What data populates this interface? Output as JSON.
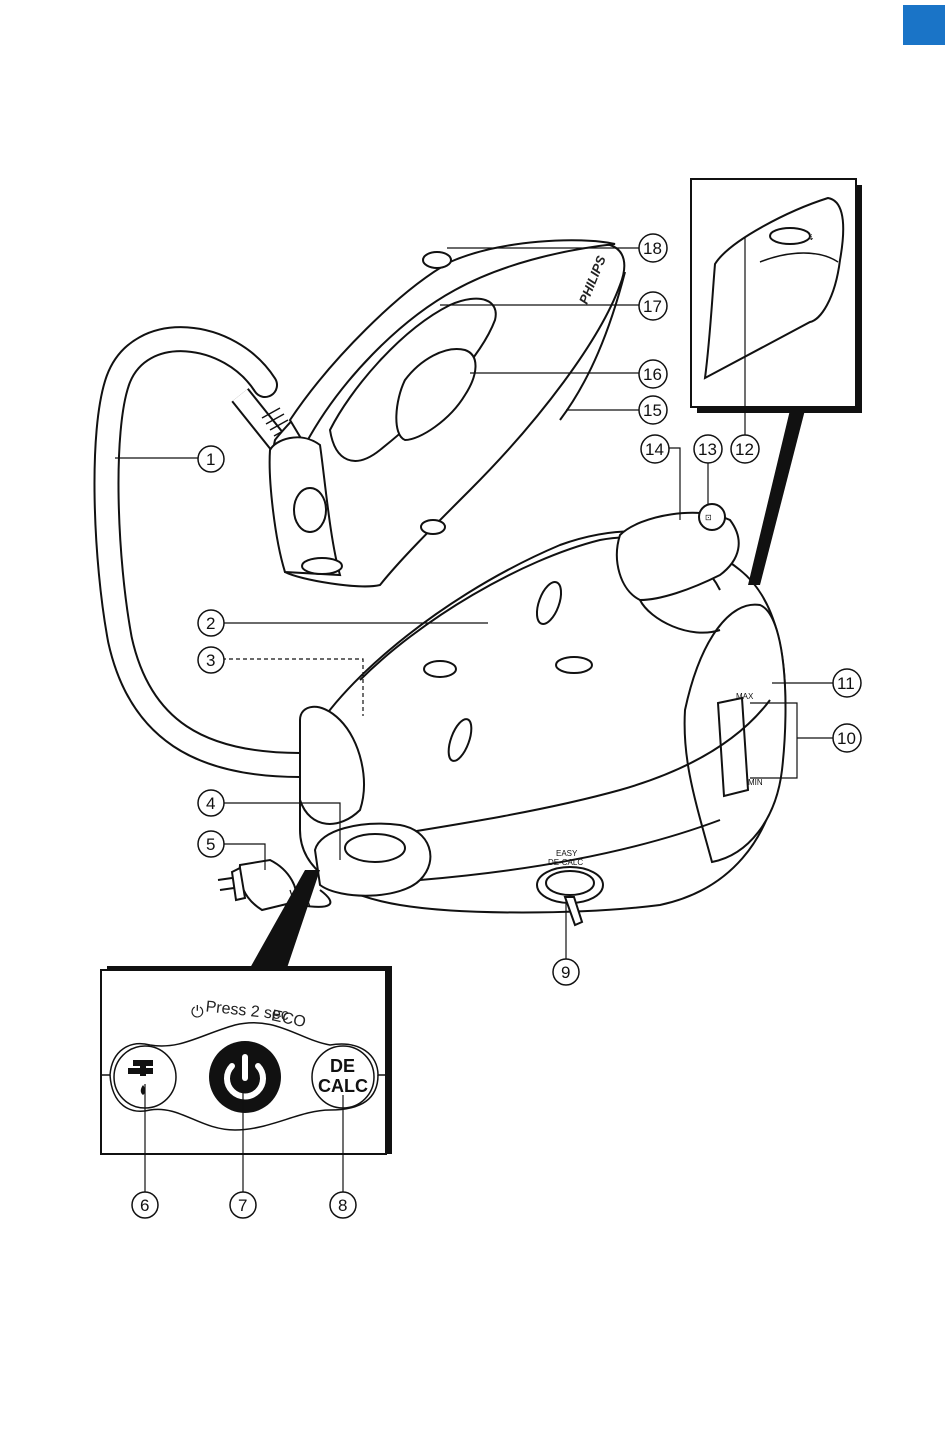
{
  "accent_color": "#1a74c7",
  "brand": "PHILIPS",
  "base_labels": {
    "max": "MAX",
    "min": "MIN",
    "easy_decalc_line1": "EASY",
    "easy_decalc_line2": "DE-CALC"
  },
  "panel": {
    "caption_press": "Press 2 sec",
    "caption_eco": "ECO",
    "decalc_line1": "DE",
    "decalc_line2": "CALC"
  },
  "callouts": {
    "c1": "1",
    "c2": "2",
    "c3": "3",
    "c4": "4",
    "c5": "5",
    "c6": "6",
    "c7": "7",
    "c8": "8",
    "c9": "9",
    "c10": "10",
    "c11": "11",
    "c12": "12",
    "c13": "13",
    "c14": "14",
    "c15": "15",
    "c16": "16",
    "c17": "17",
    "c18": "18"
  },
  "icons": [
    "language-tab",
    "power-icon",
    "water-tap-icon",
    "steam-hose",
    "mains-plug"
  ]
}
